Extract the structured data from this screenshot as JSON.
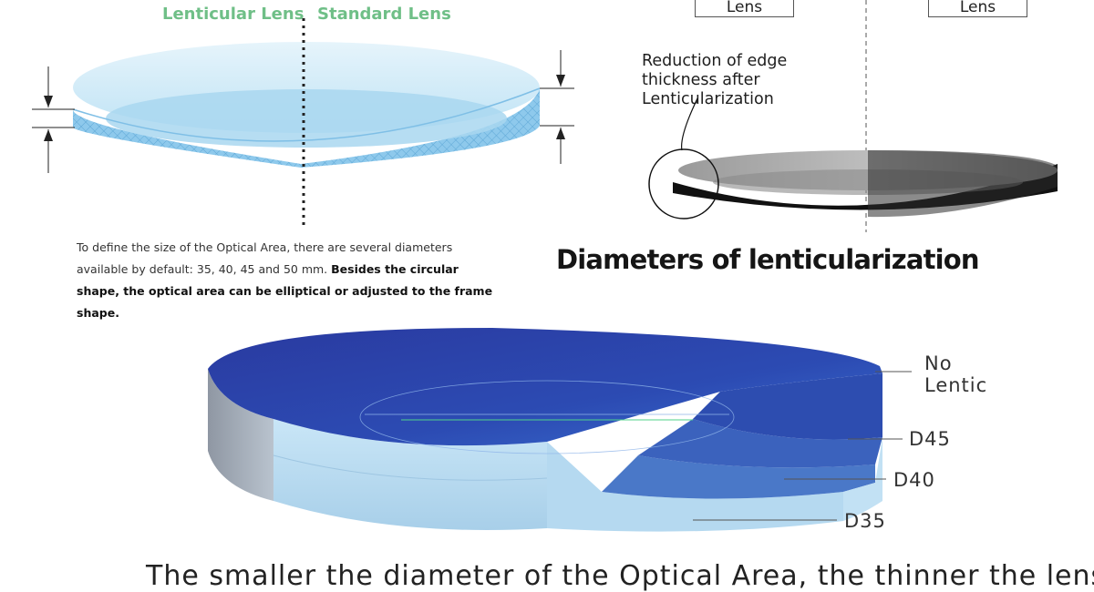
{
  "left_diagram": {
    "lenticular_label": "Lenticular Lens",
    "standard_label": "Standard Lens"
  },
  "right_diagram": {
    "left_box_label": "Lens",
    "right_box_label": "Lens",
    "annotation": "Reduction of edge\nthickness after\nLenticularization"
  },
  "description": {
    "normal_text": "To define the size of the Optical Area, there are several diameters available by default: 35, 40, 45 and 50 mm.",
    "bold_text": "Besides the circular shape, the optical area can be elliptical or adjusted to the frame shape."
  },
  "heading": "Diameters of lenticularization",
  "diameter_labels": {
    "no_lentic_line1": "No",
    "no_lentic_line2": "Lentic",
    "d45": "D45",
    "d40": "D40",
    "d35": "D35"
  },
  "bottom_text": "The smaller the diameter of the Optical Area, the thinner the lens",
  "colors": {
    "label_green": "#6fbf87",
    "lens_light_blue": "#bfe3f5",
    "lens_dark_blue": "#24318f"
  }
}
